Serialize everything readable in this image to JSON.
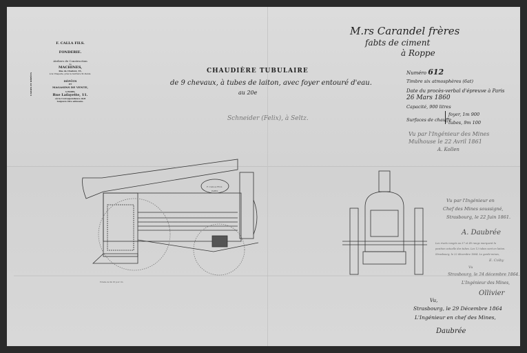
{
  "letterhead": {
    "company": "F. CALLA FILS.",
    "foundry": "FONDERIE.",
    "workshops": "Ateliers de Construction",
    "de": "de",
    "machines": "MACHINES,",
    "address1": "Rue de Chabrol, 35,",
    "address2": "à la Chapelle, près la barrière St-Denis.",
    "depots": "DÉPÔTS",
    "et": "ET",
    "shops": "MAGASINS DE VENTE,",
    "city": "A PARIS,",
    "street": "Rue Lafayette, 11.",
    "correspondence": "où la Correspondance doit",
    "correspondence2": "toujours être adressée.",
    "side_label": "USINES ET DÉPÔTS"
  },
  "title": {
    "main": "CHAUDIÈRE TUBULAIRE",
    "subtitle": "de 9 chevaux, à tubes de laiton, avec foyer entouré d'eau.",
    "scale": "au 20e",
    "owner": "Schneider (Felix), à Seltz."
  },
  "addressee": {
    "line1": "M.rs Carandel frères",
    "line2": "fabts de ciment",
    "line3": "à Roppe"
  },
  "specs": {
    "number_label": "Numéro",
    "number": "612",
    "stamp": "Timbre six atmosphères (6at)",
    "test_date_label": "Date du procès-verbal d'épreuve à Paris",
    "test_date": "26 Mars 1860",
    "capacity": "Capacité, 900 litres",
    "heating_label": "Surfaces de chauffe",
    "firebox": "foyer, 1m 900",
    "tubes": "tubes, 9m 100"
  },
  "endorsements": [
    {
      "lines": [
        "Vu par l'Ingénieur des Mines",
        "Mulhouse le 22 Avril 1861"
      ],
      "signature": "A. Kollen"
    },
    {
      "lines": [
        "Vu par l'Ingénieur en",
        "Chef des Mines soussigné,",
        "Strasbourg, le 22 Juin 1861."
      ],
      "signature": "A. Daubrée"
    },
    {
      "lines": [
        "Les rivets rongés au 37 et 40 rangs marquent la",
        "position actuelle des tubes. Les 12 tubes sont en laiton.",
        "Strasbourg, le 22 décembre 1864. Le garde-mines,"
      ],
      "signature": "E. Colby"
    },
    {
      "lines": [
        "Vu",
        "Strasbourg, le 24 décembre 1864.",
        "L'Ingénieur des Mines,"
      ],
      "signature": "Ollivier"
    },
    {
      "lines": [
        "Vu,",
        "Strasbourg, le 29 Décembre 1864",
        "L'Ingénieur en chef des Mines,"
      ],
      "signature": "Daubrée"
    }
  ],
  "drawing": {
    "maker_plate": [
      "F. CALLA FILS",
      "PARIS"
    ],
    "scale_note": "Echelle de 0m 05 pour 1m"
  }
}
